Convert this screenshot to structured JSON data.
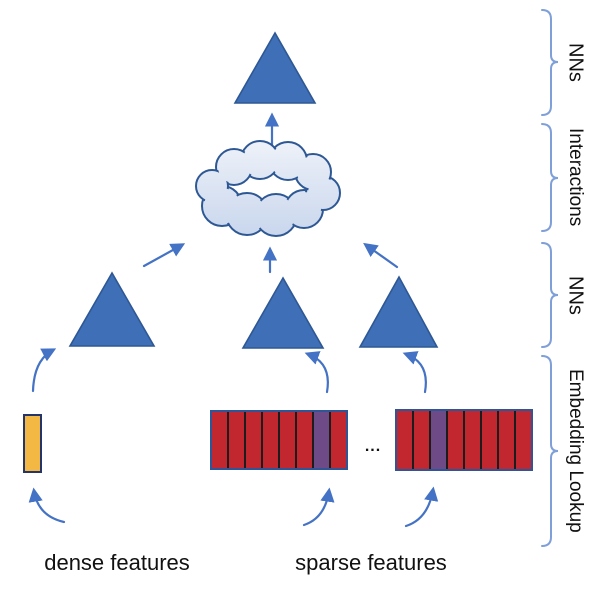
{
  "figure": {
    "bottom_labels": {
      "dense": "dense features",
      "sparse": "sparse features"
    },
    "ellipsis": "...",
    "side_labels": [
      {
        "label": "NNs"
      },
      {
        "label": "Interactions"
      },
      {
        "label": "NNs"
      },
      {
        "label": "Embedding Lookup"
      }
    ],
    "colors": {
      "triangle_fill": "#3E6FB7",
      "triangle_stroke": "#2E5894",
      "arrow": "#4472C4",
      "bracket": "#7E9FD8",
      "cloud_stroke": "#2E5894",
      "cloud_fill_top": "#EEF2F9",
      "cloud_fill_bottom": "#C7D5EC",
      "dense_vector_fill": "#F2B843",
      "dense_vector_stroke": "#24356B",
      "red_cell": "#C2262E",
      "purple_cell": "#6E4A86",
      "sparse_border": "#2F5597"
    },
    "sparse_vector_1_cells": [
      "#C2262E",
      "#C2262E",
      "#C2262E",
      "#C2262E",
      "#C2262E",
      "#C2262E",
      "#6E4A86",
      "#C2262E"
    ],
    "sparse_vector_2_cells": [
      "#C2262E",
      "#C2262E",
      "#6E4A86",
      "#C2262E",
      "#C2262E",
      "#C2262E",
      "#C2262E",
      "#C2262E"
    ]
  }
}
